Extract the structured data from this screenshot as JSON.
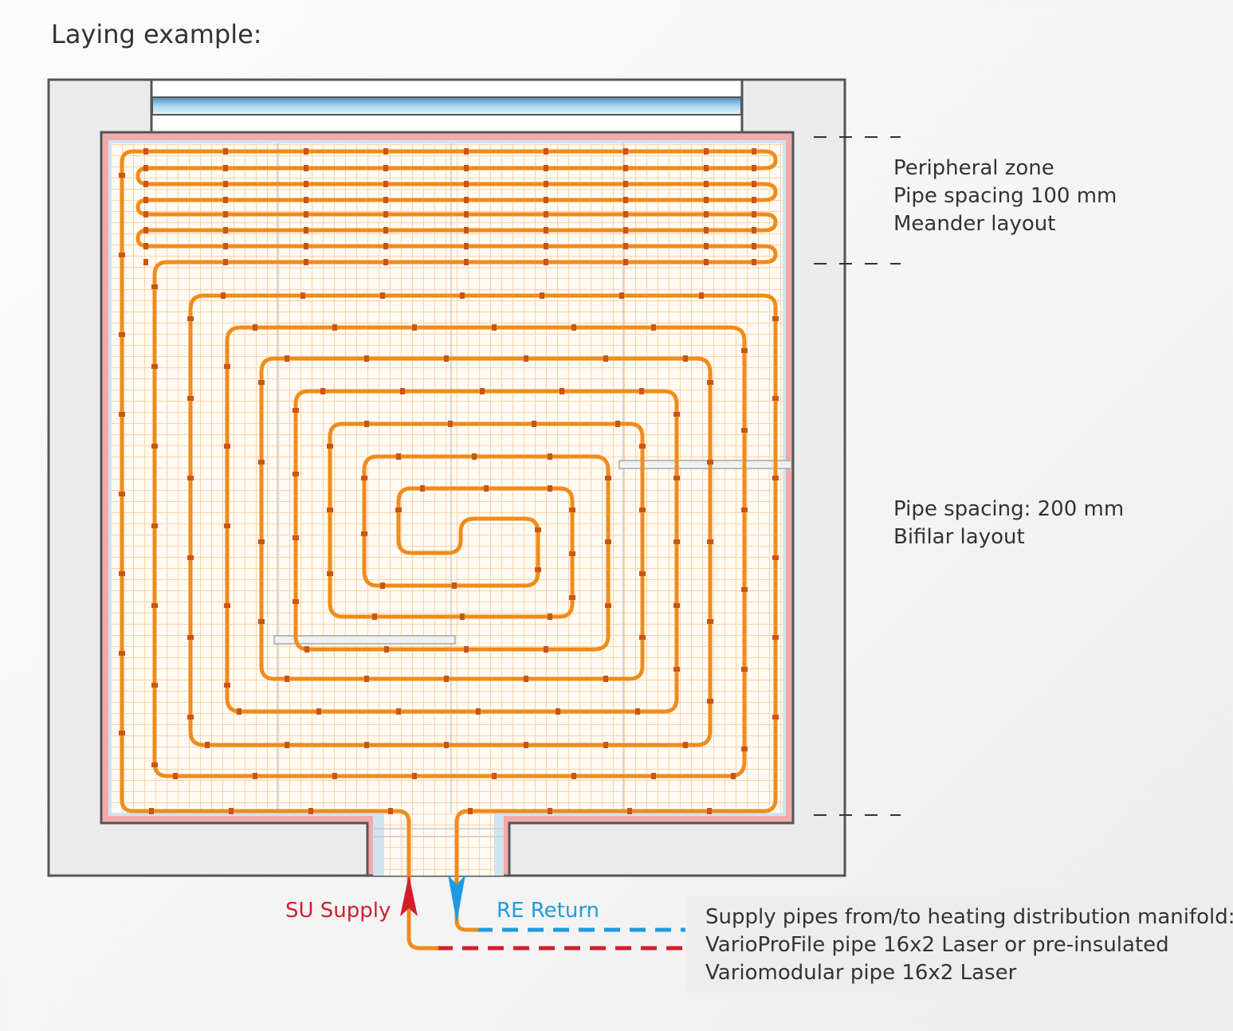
{
  "title": "Laying example:",
  "labels": {
    "peripheral": [
      "Peripheral zone",
      "Pipe spacing 100 mm",
      "Meander layout"
    ],
    "bifilar": [
      "Pipe spacing: 200 mm",
      "Bifilar layout"
    ],
    "supply": "SU Supply",
    "return": "RE Return",
    "manifold": [
      "Supply pipes from/to heating distribution manifold:",
      "VarioProFile pipe 16x2 Laser or  pre-insulated",
      "Variomodular pipe 16x2 Laser"
    ]
  },
  "colors": {
    "pipe": "#ef8c1a",
    "clip": "#c8551a",
    "supply": "#d21e2d",
    "return": "#1e9be0",
    "edge_insulation": "#f4a9aa",
    "wall": "#ebebeb",
    "wall_stroke": "#555555",
    "grid": "#fbd7ad",
    "window": "#8fc9ea"
  }
}
